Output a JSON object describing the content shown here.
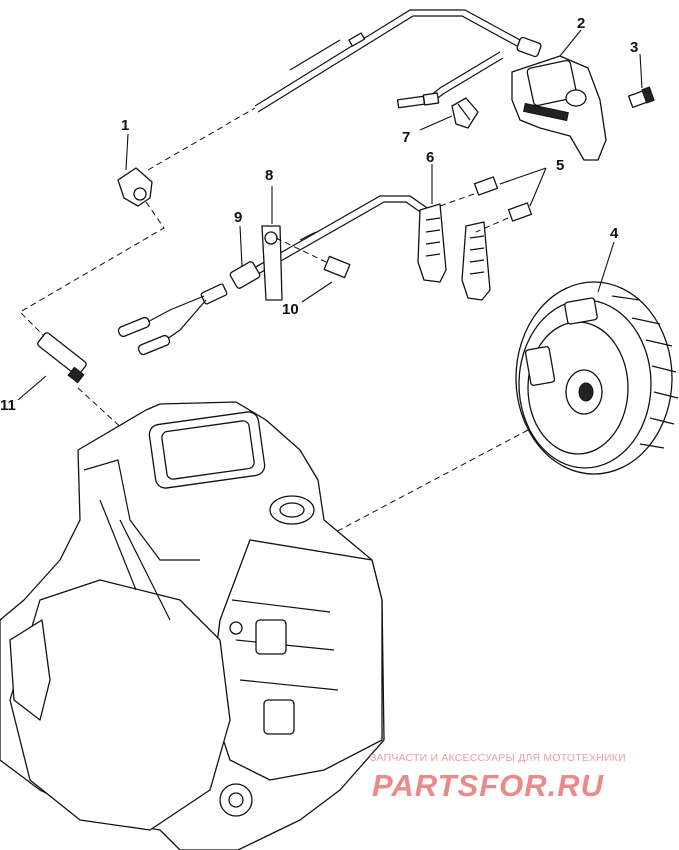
{
  "diagram": {
    "callouts": [
      "1",
      "2",
      "3",
      "4",
      "5",
      "6",
      "7",
      "8",
      "9",
      "10",
      "11"
    ]
  },
  "watermark": {
    "tagline": "ЗАПЧАСТИ И АКСЕССУАРЫ ДЛЯ МОТОТЕХНИКИ",
    "logo": "PARTSFOR.RU"
  },
  "colors": {
    "ink": "#111111",
    "background": "#ffffff",
    "watermark": "#ea8a8a"
  }
}
